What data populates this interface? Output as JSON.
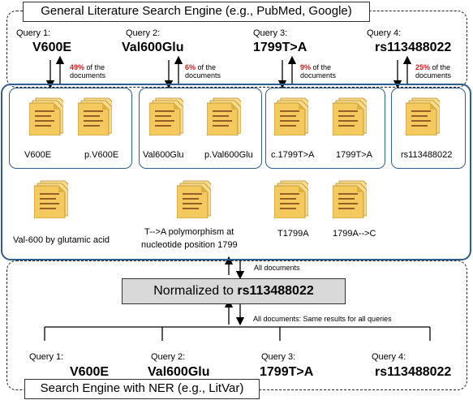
{
  "top_engine_label": "General Literature Search Engine (e.g., PubMed, Google)",
  "bottom_engine_label": "Search Engine with NER (e.g., LitVar)",
  "queries": [
    {
      "label": "Query 1:",
      "term": "V600E",
      "pct": "49%",
      "pct_suffix": "of the",
      "pct_tail": "documents"
    },
    {
      "label": "Query 2:",
      "term": "Val600Glu",
      "pct": "6%",
      "pct_suffix": "of the",
      "pct_tail": "documents"
    },
    {
      "label": "Query 3:",
      "term": "1799T>A",
      "pct": "9%",
      "pct_suffix": "of the",
      "pct_tail": "documents"
    },
    {
      "label": "Query 4:",
      "term": "rs113488022",
      "pct": "25%",
      "pct_suffix": "of the",
      "pct_tail": "documents"
    }
  ],
  "doc_labels": {
    "v600e": "V600E",
    "p_v600e": "p.V600E",
    "val600glu": "Val600Glu",
    "p_val600glu": "p.Val600Glu",
    "c_1799": "c.1799T>A",
    "t1799a": "1799T>A",
    "rs": "rs113488022",
    "glutamic": "Val-600 by glutamic acid",
    "polymorphism_line1": "T-->A polymorphism at",
    "polymorphism_line2": "nucleotide position 1799",
    "t1799a_b": "T1799A",
    "a1799c": "1799A-->C"
  },
  "all_documents_label": "All documents",
  "normalized_prefix": "Normalized to",
  "normalized_term": "rs113488022",
  "same_results_label": "All documents: Same results for all queries",
  "bottom_queries": [
    {
      "label": "Query 1:",
      "term": "V600E"
    },
    {
      "label": "Query 2:",
      "term": "Val600Glu"
    },
    {
      "label": "Query 3:",
      "term": "1799T>A"
    },
    {
      "label": "Query 4:",
      "term": "rs113488022"
    }
  ],
  "colors": {
    "frame_blue": "#2d5e8e",
    "highlight_red": "#d01818",
    "normalized_fill": "#d9d9d9",
    "doc_fill": "#f4c95d",
    "doc_lines": "#7a3a1a"
  }
}
